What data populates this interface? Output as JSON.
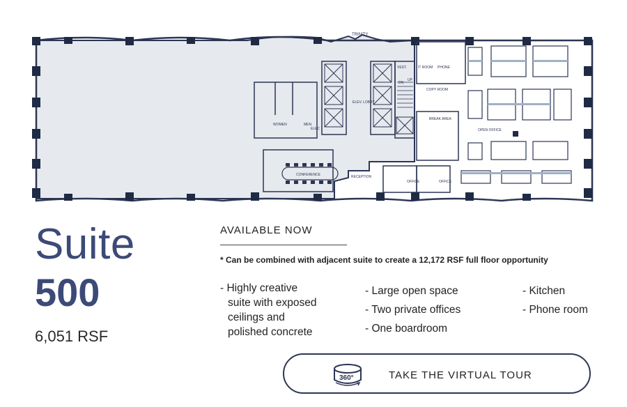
{
  "floorplan": {
    "labels": {
      "trinity": "TRINITY",
      "elev_lobby": "ELEV. LOBBY",
      "women": "WOMEN",
      "men": "MEN",
      "elec": "ELEC",
      "conference": "CONFERENCE",
      "reception": "RECEPTION",
      "office": "OFFICE",
      "it_room": "IT ROOM",
      "phone": "PHONE",
      "copy_room": "COPY ROOM",
      "break_area": "BREAK AREA",
      "open_office": "OPEN OFFICE",
      "up": "UP",
      "dn": "DN",
      "vest": "VEST."
    },
    "colors": {
      "suite_fill": "#e6e9ee",
      "wall": "#2c3553",
      "column": "#1f2a45"
    }
  },
  "suite": {
    "word": "Suite",
    "number": "500",
    "rsf": "6,051 RSF"
  },
  "availability": {
    "heading": "AVAILABLE NOW",
    "note": "* Can be combined with adjacent suite to create a 12,172 RSF full floor opportunity"
  },
  "features": {
    "col1": [
      "- Highly creative",
      "suite with exposed",
      "ceilings and",
      "polished concrete"
    ],
    "col2": [
      "- Large open space",
      "- Two private offices",
      "- One boardroom"
    ],
    "col3": [
      "- Kitchen",
      "- Phone room"
    ]
  },
  "tour": {
    "label": "TAKE THE VIRTUAL TOUR",
    "icon_text": "360°",
    "icon": "360-icon"
  },
  "colors": {
    "brand": "#3c4a78",
    "text": "#222222",
    "border": "#2c3553"
  }
}
